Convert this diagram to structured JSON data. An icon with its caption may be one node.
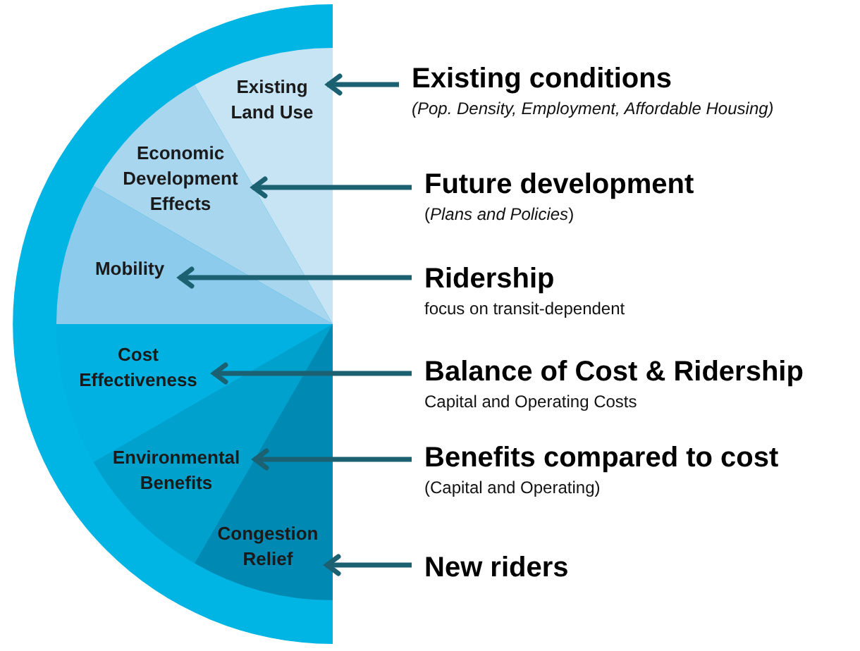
{
  "diagram": {
    "nodes": [
      {
        "text": [
          "Existing Land Use"
        ]
      },
      {
        "text": [
          "Economic Development Effects"
        ]
      },
      {
        "text": [
          "Mobility"
        ]
      },
      {
        "text": [
          "Cost Effectiveness"
        ]
      },
      {
        "text": [
          "Environmental Benefits"
        ]
      },
      {
        "text": [
          "Congestion Relief"
        ]
      },
      {
        "text": [
          "Existing conditions",
          "*(Pop. Density, Employment, Affordable Housing)*"
        ]
      },
      {
        "text": [
          "Future development",
          "(*Plans and Policies*)"
        ]
      },
      {
        "text": [
          "Ridership",
          "focus on transit-dependent"
        ]
      },
      {
        "text": [
          "Balance of Cost & Ridership",
          "Capital and Operating Costs"
        ]
      },
      {
        "text": [
          "Benefits compared to cost",
          "(Capital and Operating)"
        ]
      },
      {
        "text": [
          "New riders"
        ]
      }
    ],
    "edges": [
      {
        "from": 6,
        "to": 0,
        "arrow": "to"
      },
      {
        "from": 7,
        "to": 1,
        "arrow": "to"
      },
      {
        "from": 8,
        "to": 2,
        "arrow": "to"
      },
      {
        "from": 9,
        "to": 3,
        "arrow": "to"
      },
      {
        "from": 10,
        "to": 4,
        "arrow": "to"
      },
      {
        "from": 11,
        "to": 5,
        "arrow": "to"
      }
    ]
  }
}
